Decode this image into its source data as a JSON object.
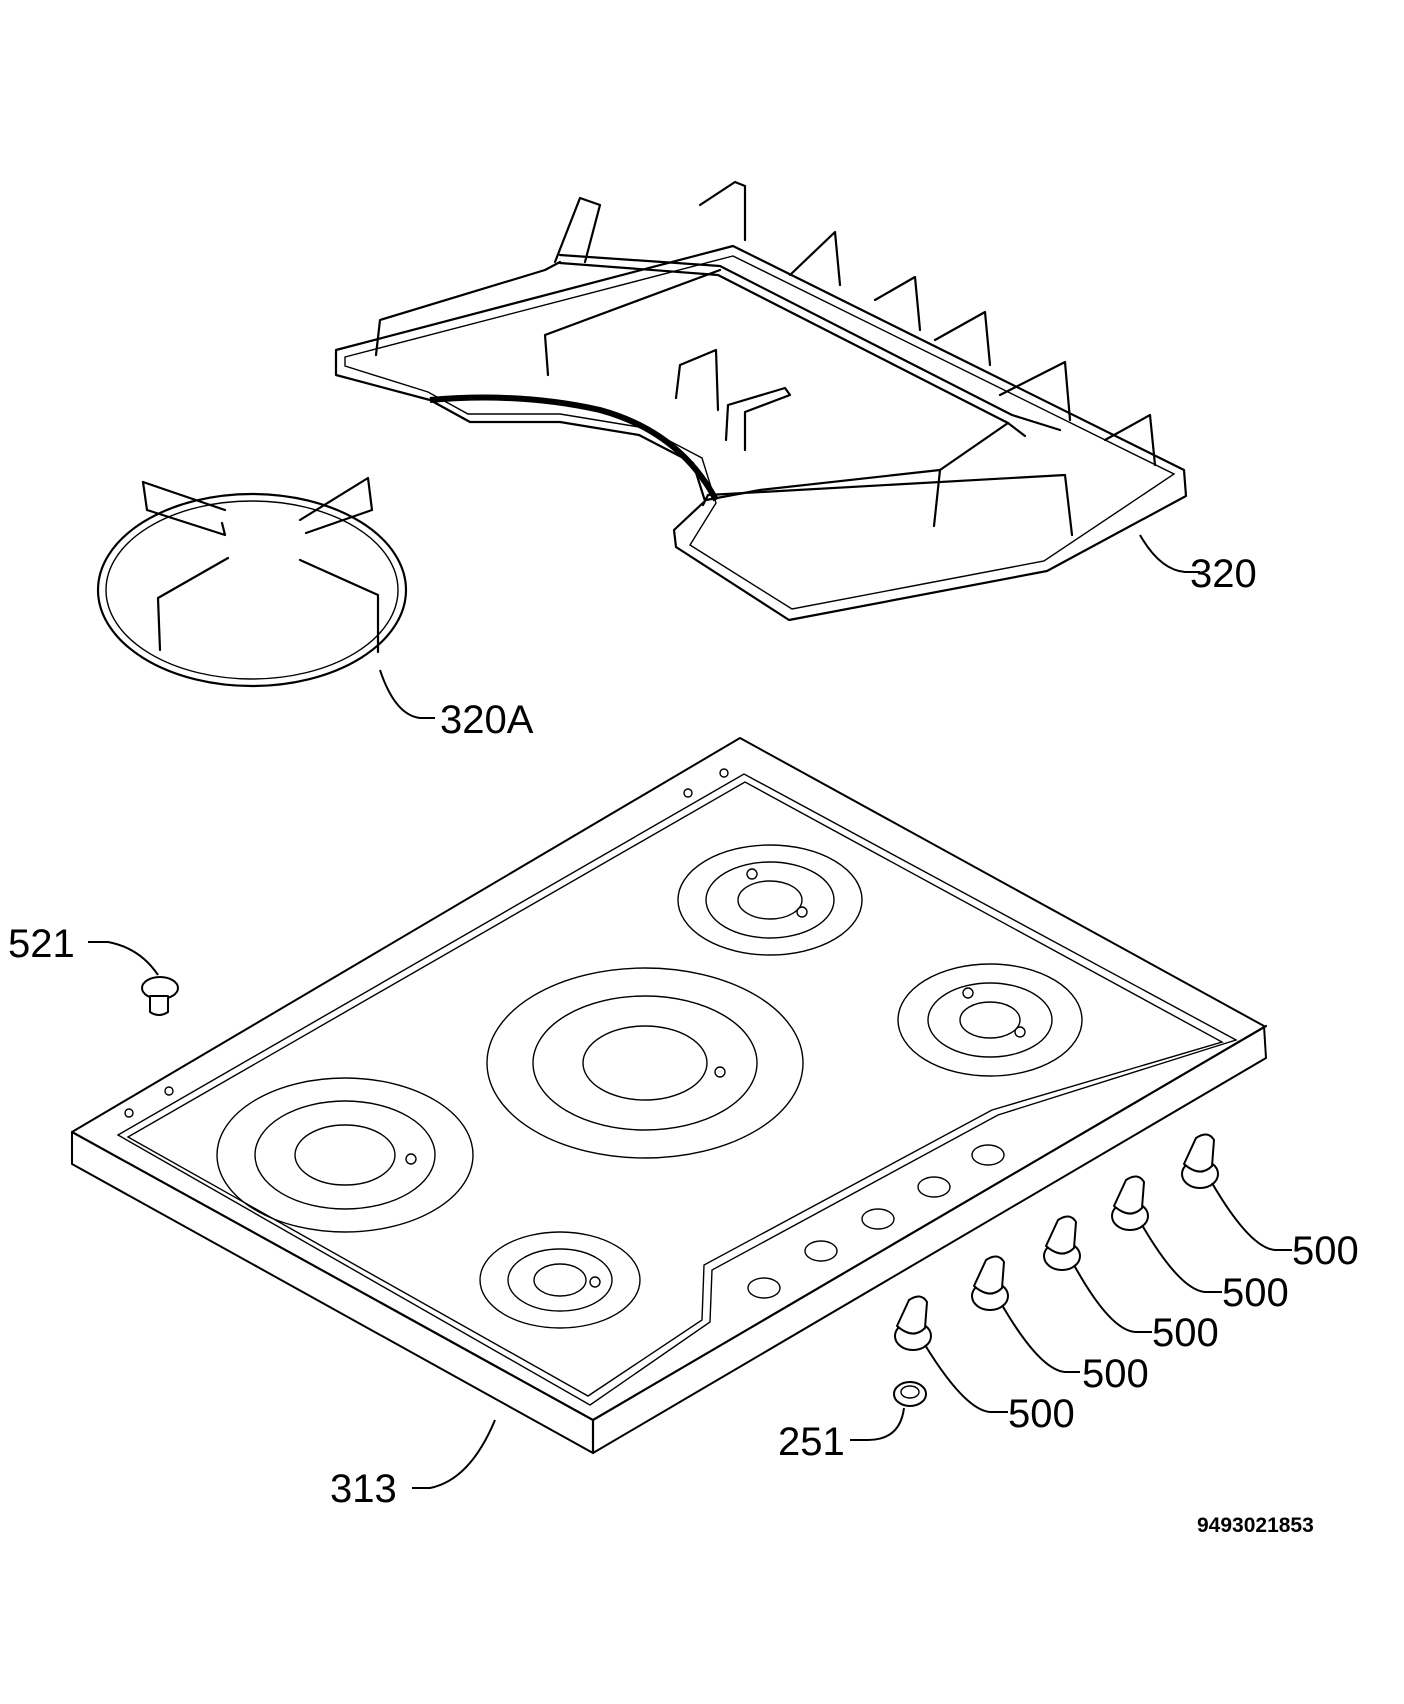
{
  "callouts": {
    "p320": "320",
    "p320a": "320A",
    "p521": "521",
    "p313": "313",
    "p251": "251",
    "p500": "500"
  },
  "document_number": "9493021853",
  "colors": {
    "line": "#000000",
    "background": "#ffffff"
  }
}
